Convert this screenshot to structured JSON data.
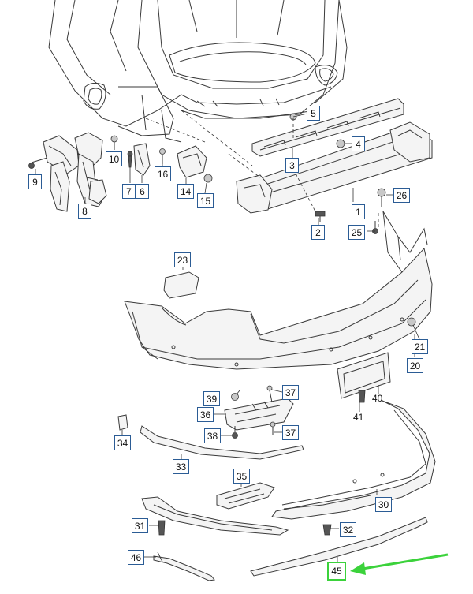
{
  "callouts": {
    "p1": "1",
    "p2": "2",
    "p3": "3",
    "p4": "4",
    "p5": "5",
    "p6": "6",
    "p7": "7",
    "p8": "8",
    "p9": "9",
    "p10": "10",
    "p14": "14",
    "p15": "15",
    "p16": "16",
    "p20": "20",
    "p21": "21",
    "p23": "23",
    "p25": "25",
    "p26": "26",
    "p30": "30",
    "p31": "31",
    "p32": "32",
    "p33": "33",
    "p34": "34",
    "p35": "35",
    "p36": "36",
    "p37a": "37",
    "p37b": "37",
    "p38": "38",
    "p39": "39",
    "p40": "40",
    "p41": "41",
    "p45": "45",
    "p46": "46"
  },
  "colors": {
    "label_border": "#2b5c95",
    "highlight": "#3bd23b",
    "arrow": "#3bd23b"
  },
  "highlighted_part": "45"
}
